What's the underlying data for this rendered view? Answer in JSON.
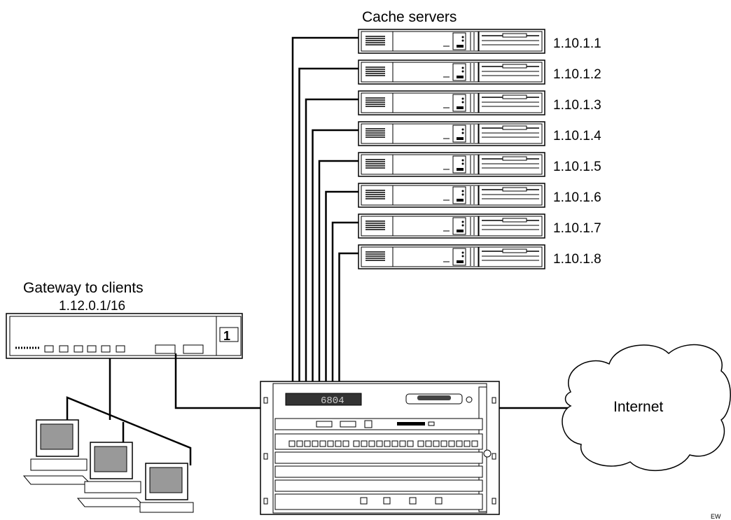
{
  "labels": {
    "cache_title": "Cache servers",
    "gateway_title": "Gateway to clients",
    "gateway_ip": "1.12.0.1/16",
    "internet": "Internet",
    "corner_tag": "EW"
  },
  "servers": [
    "1.10.1.1",
    "1.10.1.2",
    "1.10.1.3",
    "1.10.1.4",
    "1.10.1.5",
    "1.10.1.6",
    "1.10.1.7",
    "1.10.1.8"
  ],
  "icons": {
    "server": "rack-server-icon",
    "switch": "chassis-switch-icon",
    "gateway": "gateway-switch-icon",
    "cloud": "cloud-icon",
    "computer": "desktop-computer-icon"
  }
}
